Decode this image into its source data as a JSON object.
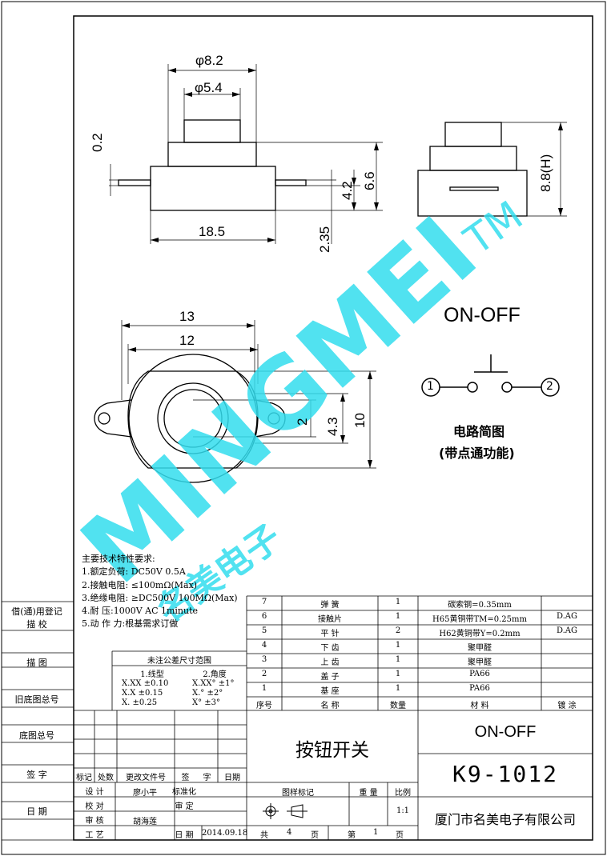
{
  "watermark": {
    "brand": "MINGMEI",
    "tm": "TM",
    "cn": "名美电子",
    "color": "#33ddee"
  },
  "dims": {
    "d82": "φ8.2",
    "d54": "φ5.4",
    "t02": "0.2",
    "l185": "18.5",
    "h42": "4.2",
    "h66": "6.6",
    "h235": "2.35",
    "h88": "8.8(H)",
    "w13": "13",
    "w12": "12",
    "h2": "2",
    "h43": "4.3",
    "h10": "10"
  },
  "circuit": {
    "title": "ON-OFF",
    "n1": "1",
    "n2": "2",
    "caption1": "电路简图",
    "caption2": "(带点通功能)"
  },
  "specs": {
    "title": "主要技术特性要求:",
    "lines": [
      "1.额定负荷: DC50V 0.5A",
      "2.接触电阻:  ≤100mΩ(Max)",
      "3.绝缘电阻: ≥DC500V 100MΩ(Max)",
      "4.耐    压:1000V AC 1minute",
      "5.动 作 力:根基需求订做"
    ]
  },
  "tolerance": {
    "title": "未注公差尺寸范围",
    "linear": "1.线型",
    "angle": "2.角度",
    "rows": [
      [
        "X.XX ±0.10",
        "X.XX° ±1°"
      ],
      [
        "X.X  ±0.15",
        "X.°   ±2°"
      ],
      [
        "X.   ±0.25",
        "X°    ±3°"
      ]
    ]
  },
  "side_labels": [
    "借(通)用登记",
    "描  校",
    "描  图",
    "旧底图总号",
    "底图总号",
    "签  字",
    "日  期"
  ],
  "bom": {
    "headers": [
      "序号",
      "名  称",
      "数量",
      "材  料",
      "镀 涂"
    ],
    "rows": [
      [
        "7",
        "弹  簧",
        "1",
        "碳索钢=0.35mm",
        ""
      ],
      [
        "6",
        "接触片",
        "1",
        "H65黄铜带TM=0.25mm",
        "D.AG"
      ],
      [
        "5",
        "平  针",
        "2",
        "H62黄铜带Y=0.2mm",
        "D.AG"
      ],
      [
        "4",
        "下  齿",
        "1",
        "聚甲醛",
        ""
      ],
      [
        "3",
        "上  齿",
        "1",
        "聚甲醛",
        ""
      ],
      [
        "2",
        "盖  子",
        "1",
        "PA66",
        ""
      ],
      [
        "1",
        "基  座",
        "1",
        "PA66",
        ""
      ]
    ]
  },
  "title_block": {
    "name": "按钮开关",
    "spec": "ON-OFF",
    "part_no": "K9-1012",
    "company": "厦门市名美电子有限公司",
    "rev_headers": [
      "标记",
      "处数",
      "更改文件号",
      "签",
      "字",
      "日期"
    ],
    "design_label": "设  计",
    "designer": "廖小平",
    "standard_label": "标准化",
    "check_label": "校  对",
    "review_label": "审  定",
    "audit_label": "审  核",
    "auditor": "胡海莲",
    "process_label": "工  艺",
    "date_label": "日  期",
    "date": "2014.09.18",
    "sample_mark": "图样标记",
    "weight": "重 量",
    "scale_label": "比例",
    "scale": "1:1",
    "total_label": "共",
    "total": "4",
    "page_unit": "页",
    "sheet_label": "第",
    "sheet": "1"
  }
}
